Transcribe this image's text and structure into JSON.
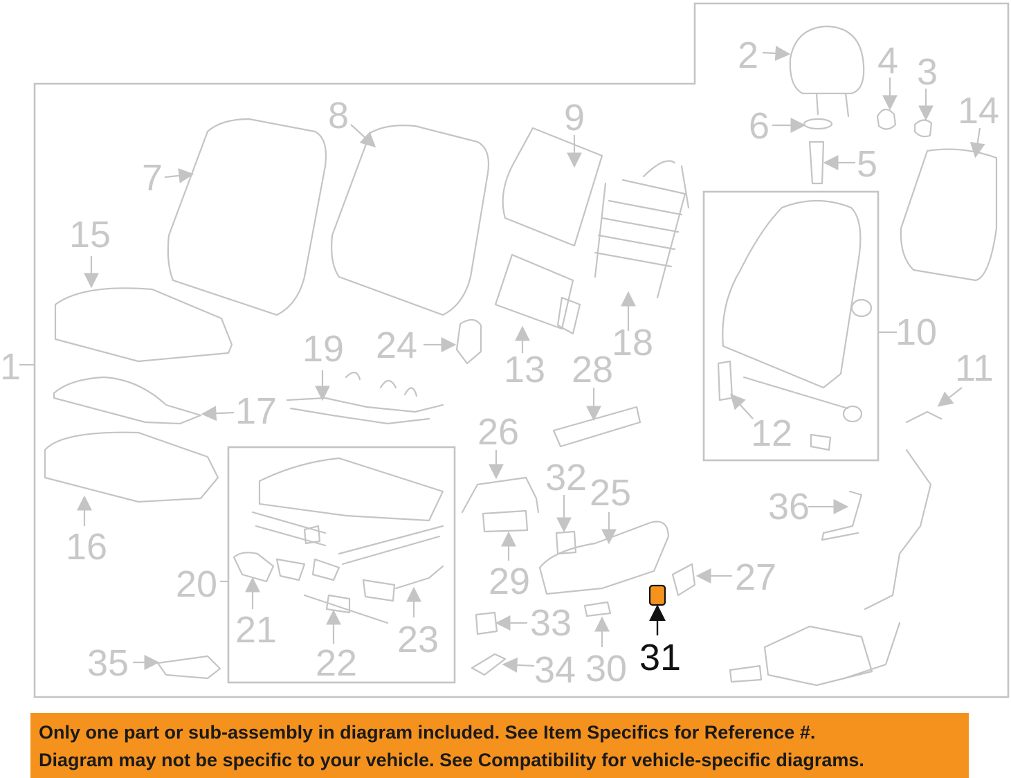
{
  "diagram": {
    "callouts": {
      "c1": "1",
      "c2": "2",
      "c3": "3",
      "c4": "4",
      "c5": "5",
      "c6": "6",
      "c7": "7",
      "c8": "8",
      "c9": "9",
      "c10": "10",
      "c11": "11",
      "c12": "12",
      "c13": "13",
      "c14": "14",
      "c15": "15",
      "c16": "16",
      "c17": "17",
      "c18": "18",
      "c19": "19",
      "c20": "20",
      "c21": "21",
      "c22": "22",
      "c23": "23",
      "c24": "24",
      "c25": "25",
      "c26": "26",
      "c27": "27",
      "c28": "28",
      "c29": "29",
      "c30": "30",
      "c31": "31",
      "c32": "32",
      "c33": "33",
      "c34": "34",
      "c35": "35",
      "c36": "36"
    },
    "highlighted_part": "31",
    "highlight_color": "#f5921e",
    "callout_color": "#c8c8c8"
  },
  "banner": {
    "line1": "Only one part or sub-assembly in diagram included. See Item Specifics for Reference #.",
    "line2": "Diagram may not be specific to your vehicle. See Compatibility for vehicle-specific diagrams.",
    "background": "#f5921e"
  }
}
